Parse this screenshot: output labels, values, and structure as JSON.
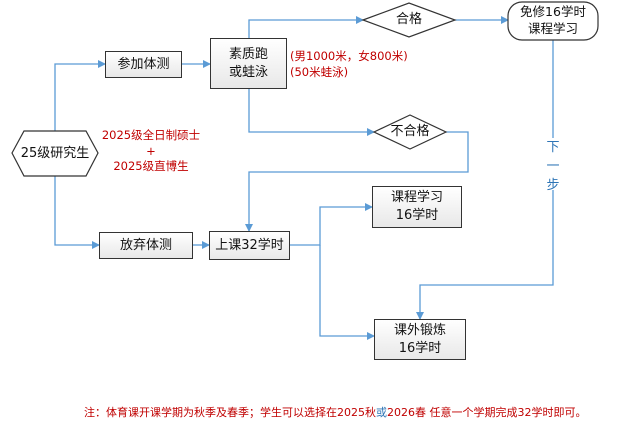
{
  "nodes": {
    "start": "25级研究生",
    "join_test": "参加体测",
    "abandon_test": "放弃体测",
    "run_swim": "素质跑\n或蛙泳",
    "class_32": "上课32学时",
    "pass": "合格",
    "fail": "不合格",
    "exempt": "免修16学时\n课程学习",
    "course_study": "课程学习\n16学时",
    "outdoor": "课外锻炼\n16学时"
  },
  "annotations": {
    "student_types": "2025级全日制硕士\n+\n2025级直博生",
    "run_detail": "(男1000米，女800米)\n(50米蛙泳)",
    "next_step": "下\n一\n步"
  },
  "footnote": {
    "part1": "注：体育课开课学期为秋季及春季；学生可以选择在2025秋",
    "or": "或",
    "part2": "2026春 任意一个学期完成32学时即可。"
  },
  "colors": {
    "line": "#5b9bd5",
    "red_text": "#c00000",
    "blue_text": "#2e75b6",
    "border": "#333333"
  }
}
